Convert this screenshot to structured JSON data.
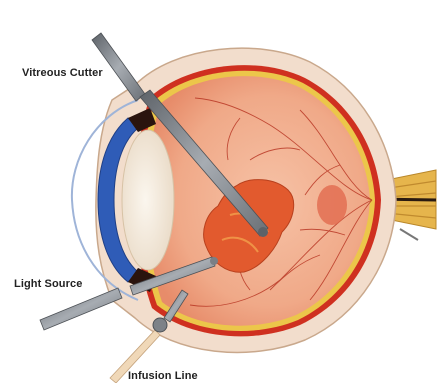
{
  "labels": {
    "vitreous_cutter": "Vitreous Cutter",
    "light_source": "Light Source",
    "infusion_line": "Infusion Line"
  },
  "colors": {
    "sclera": "#f1dccb",
    "choroid": "#cf2d1c",
    "retina_border": "#e9c548",
    "vitreous": "#f2ab8a",
    "cornea": "#3a63b8",
    "lens": "#f6ece0",
    "instrument": "#7d8288",
    "optic_nerve": "#e4b34a"
  }
}
